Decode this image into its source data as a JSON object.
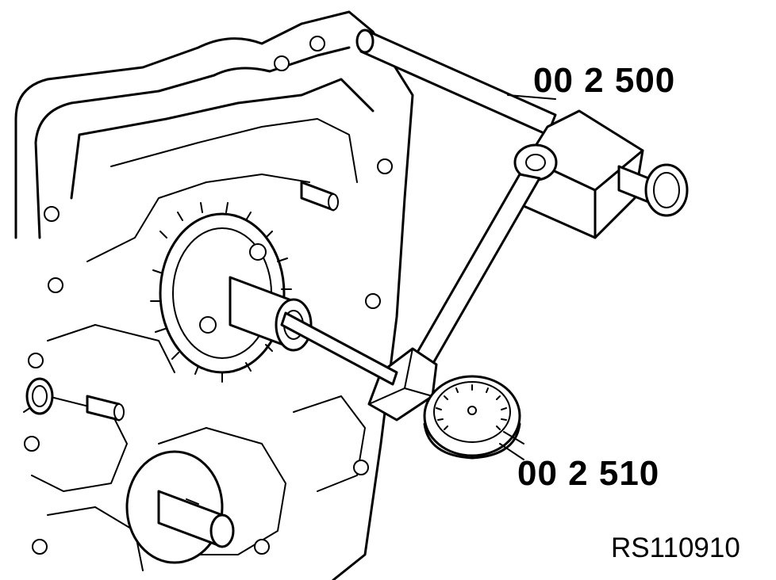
{
  "figure": {
    "labels": {
      "part_upper": "00 2 500",
      "part_lower": "00 2 510"
    },
    "figure_id": "RS110910"
  }
}
